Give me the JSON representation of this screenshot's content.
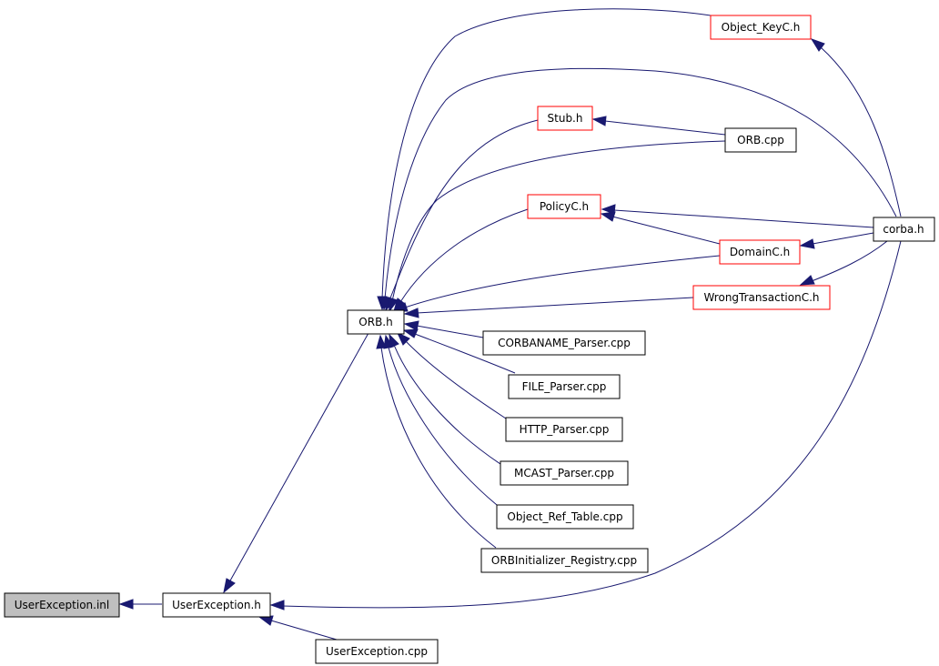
{
  "diagram": {
    "nodes": {
      "userexception_inl": "UserException.inl",
      "userexception_h": "UserException.h",
      "userexception_cpp": "UserException.cpp",
      "orb_h": "ORB.h",
      "object_keyc_h": "Object_KeyC.h",
      "stub_h": "Stub.h",
      "orb_cpp": "ORB.cpp",
      "policyc_h": "PolicyC.h",
      "domainc_h": "DomainC.h",
      "corba_h": "corba.h",
      "wrongtransactionc_h": "WrongTransactionC.h",
      "corbaname_parser_cpp": "CORBANAME_Parser.cpp",
      "file_parser_cpp": "FILE_Parser.cpp",
      "http_parser_cpp": "HTTP_Parser.cpp",
      "mcast_parser_cpp": "MCAST_Parser.cpp",
      "object_ref_table_cpp": "Object_Ref_Table.cpp",
      "orbinitializer_registry_cpp": "ORBInitializer_Registry.cpp"
    },
    "colors": {
      "edge": "#191970",
      "border_plain": "#000000",
      "border_truncated": "#ff0000",
      "root_fill": "#bfbfbf"
    }
  }
}
